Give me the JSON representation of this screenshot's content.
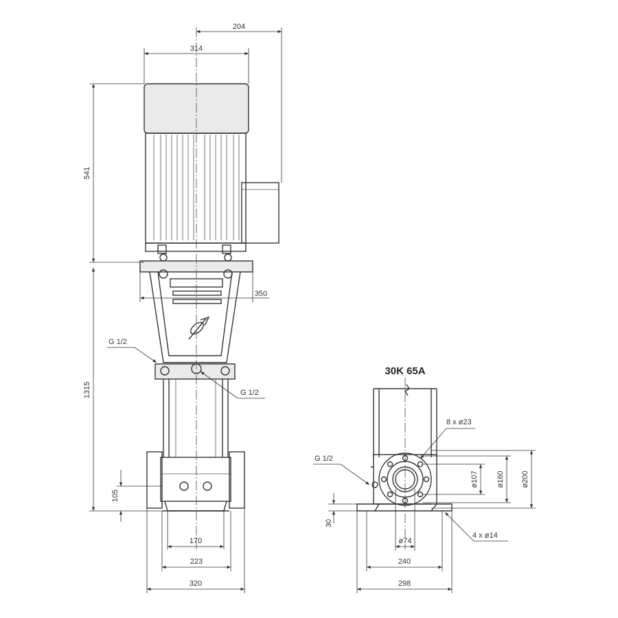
{
  "front_view": {
    "dimensions": {
      "width_motor": "314",
      "offset_right": "204",
      "height_motor": "541",
      "height_pump": "1315",
      "width_bracket": "350",
      "height_outlet": "105",
      "width_170": "170",
      "width_223": "223",
      "width_320": "320"
    },
    "ports": {
      "port_left": "G 1/2",
      "port_right": "G 1/2"
    }
  },
  "side_view": {
    "title": "30K 65A",
    "dimensions": {
      "bolt_holes": "8 x ø23",
      "dia_107": "ø107",
      "dia_160": "ø160",
      "dia_200": "ø200",
      "dia_74": "ø74",
      "base_height": "30",
      "foot_holes": "4 x ø14",
      "width_240": "240",
      "width_298": "298"
    },
    "ports": {
      "port_left": "G 1/2"
    }
  },
  "colors": {
    "line": "#333333",
    "fill": "#eaeaea"
  }
}
